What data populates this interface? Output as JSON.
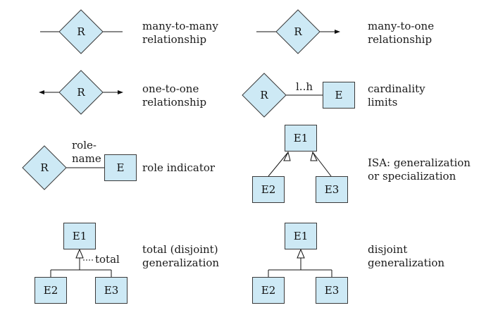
{
  "symbols": {
    "many_to_many": {
      "r": "R",
      "line1": "many-to-many",
      "line2": "relationship"
    },
    "many_to_one": {
      "r": "R",
      "line1": "many-to-one",
      "line2": "relationship"
    },
    "one_to_one": {
      "r": "R",
      "line1": "one-to-one",
      "line2": "relationship"
    },
    "cardinality": {
      "r": "R",
      "limits": "l..h",
      "e": "E",
      "line1": "cardinality",
      "line2": "limits"
    },
    "role": {
      "r": "R",
      "name1": "role-",
      "name2": "name",
      "e": "E",
      "label": "role indicator"
    },
    "isa": {
      "e1": "E1",
      "e2": "E2",
      "e3": "E3",
      "line1": "ISA: generalization",
      "line2": "or specialization"
    },
    "total": {
      "e1": "E1",
      "e2": "E2",
      "e3": "E3",
      "annotation": "total",
      "line1": "total (disjoint)",
      "line2": "generalization"
    },
    "disjoint": {
      "e1": "E1",
      "e2": "E2",
      "e3": "E3",
      "line1": "disjoint",
      "line2": "generalization"
    }
  },
  "colors": {
    "fill": "#cde9f5",
    "stroke": "#3a3a3a"
  }
}
